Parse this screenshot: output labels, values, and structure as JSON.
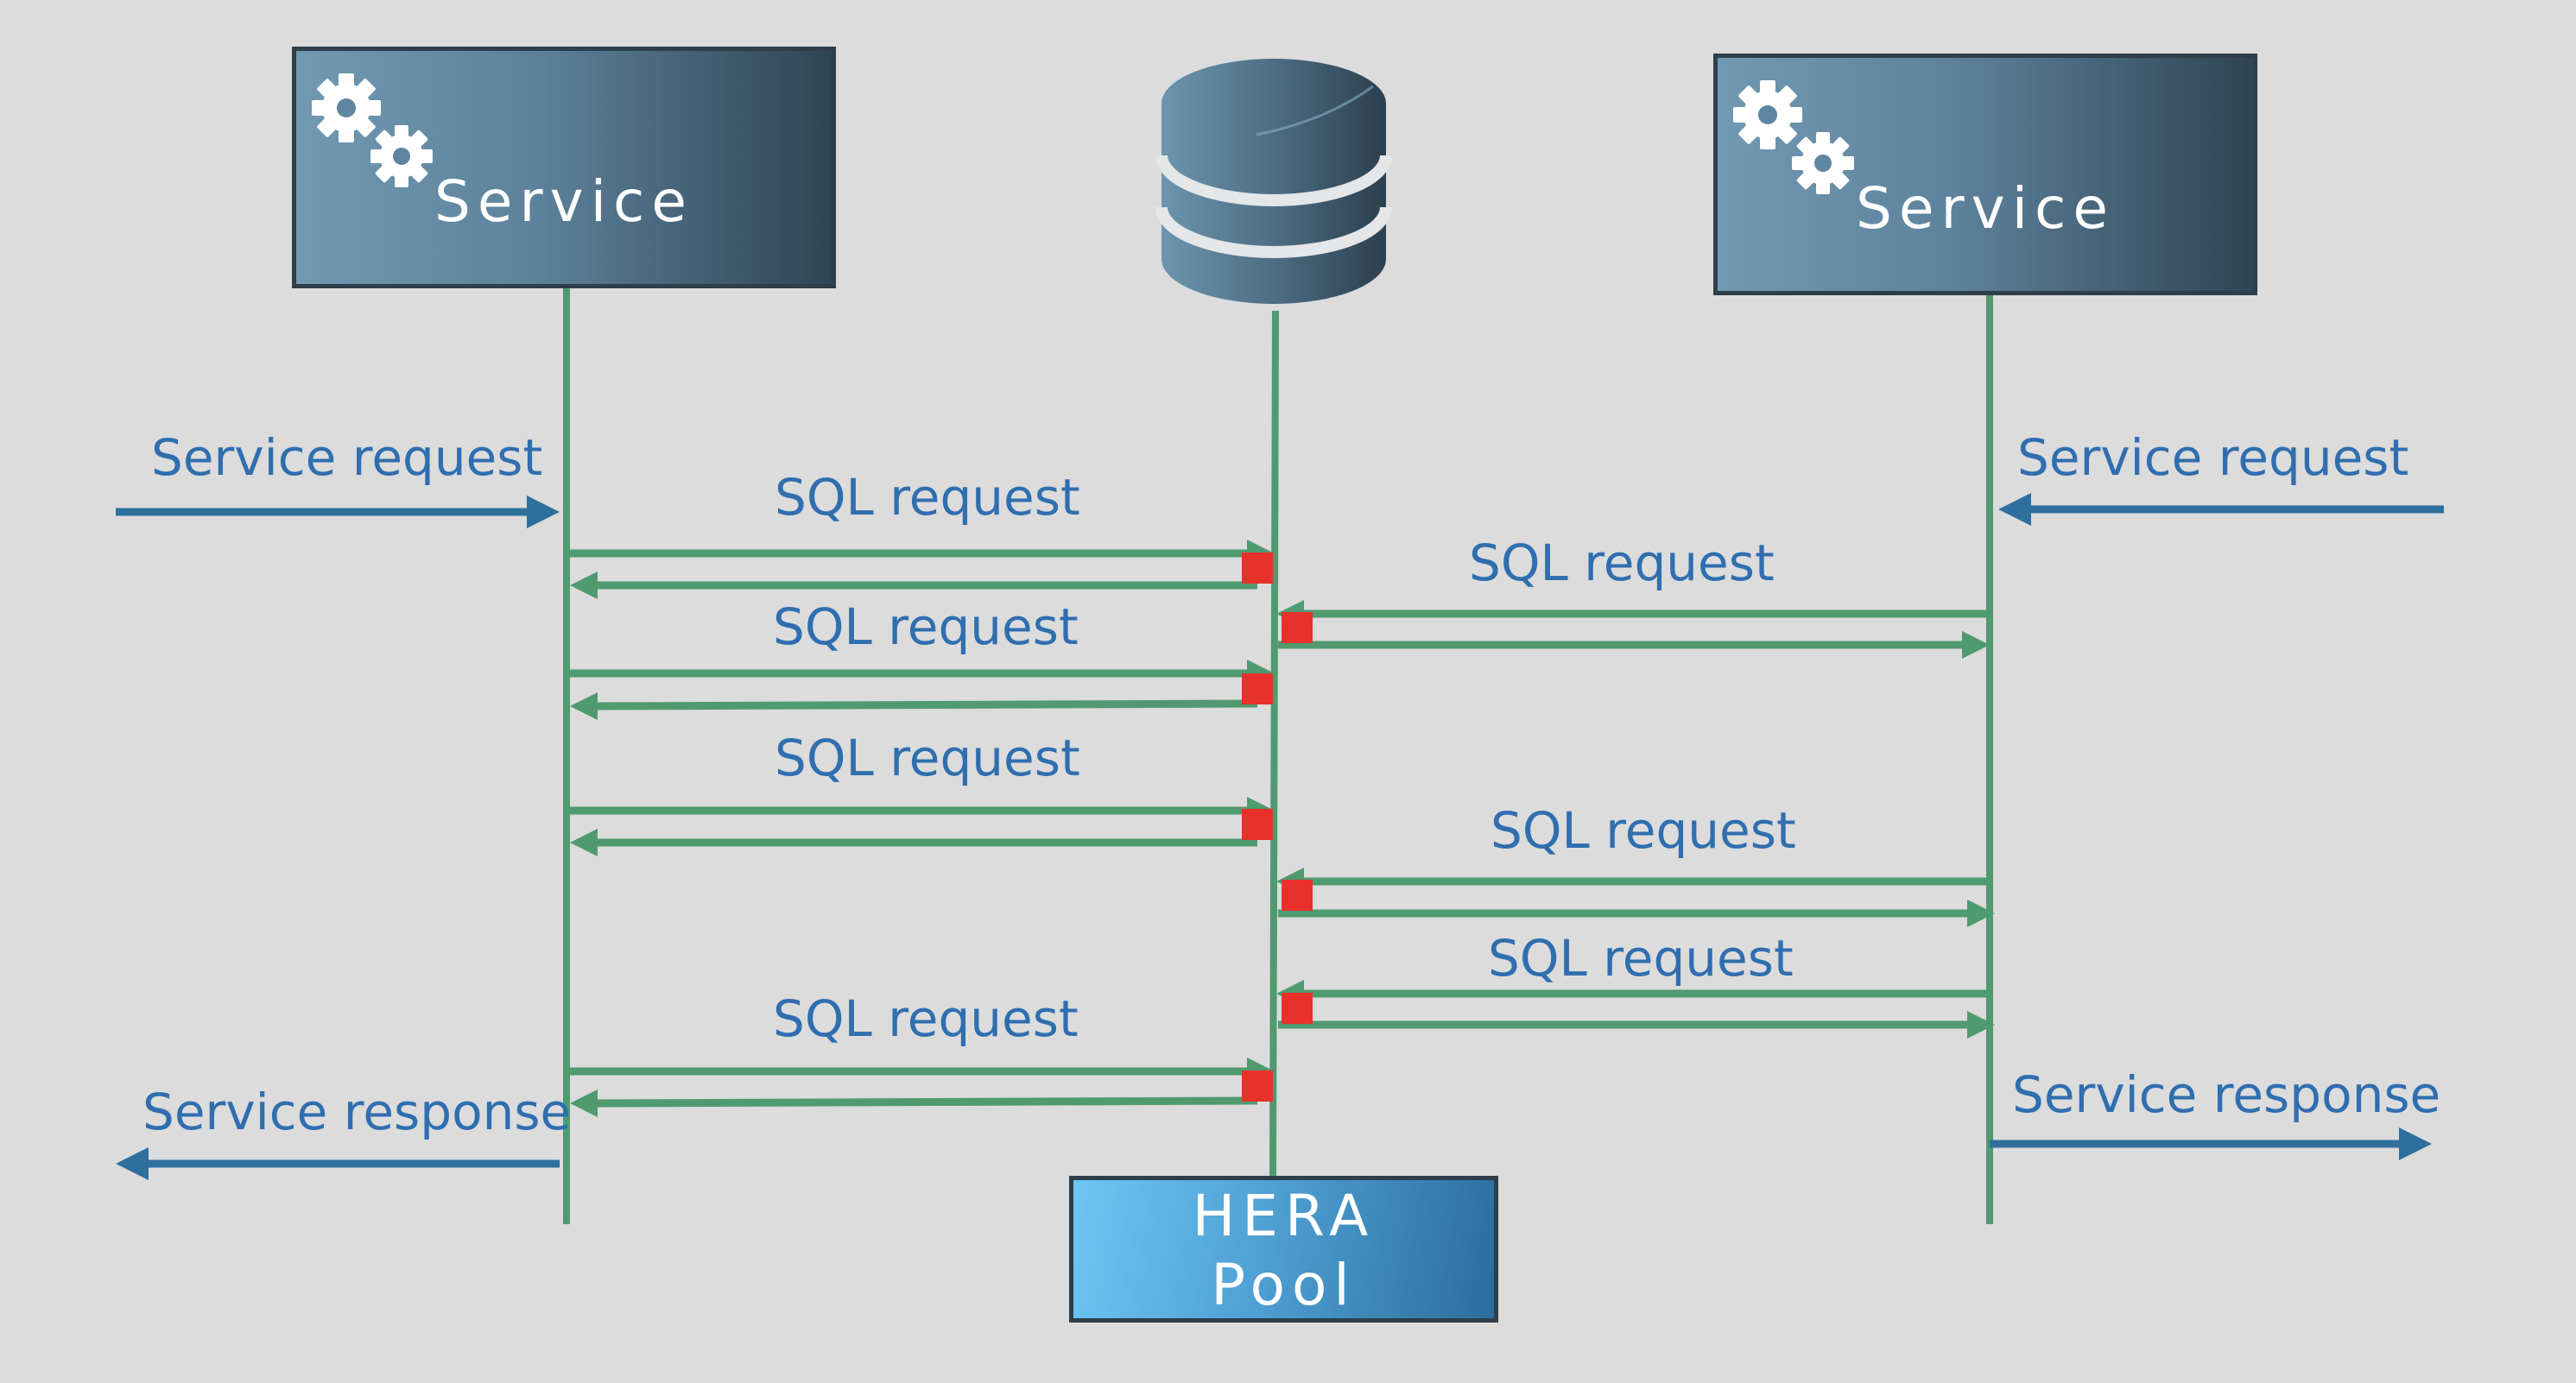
{
  "participants": {
    "left_service": "Service",
    "right_service": "Service",
    "pool_line1": "HERA",
    "pool_line2": "Pool"
  },
  "labels": {
    "service_request": "Service request",
    "service_response": "Service response",
    "sql_request": "SQL request"
  },
  "colors": {
    "lifeline": "#4f9a6f",
    "client_arrow": "#2f6f9e",
    "label_text": "#2f6eaf",
    "marker": "#e8312a",
    "service_box_dark": "#2f4554",
    "service_box_light": "#7199b2"
  },
  "icons": {
    "service": "gears-icon",
    "database": "database-icon"
  }
}
